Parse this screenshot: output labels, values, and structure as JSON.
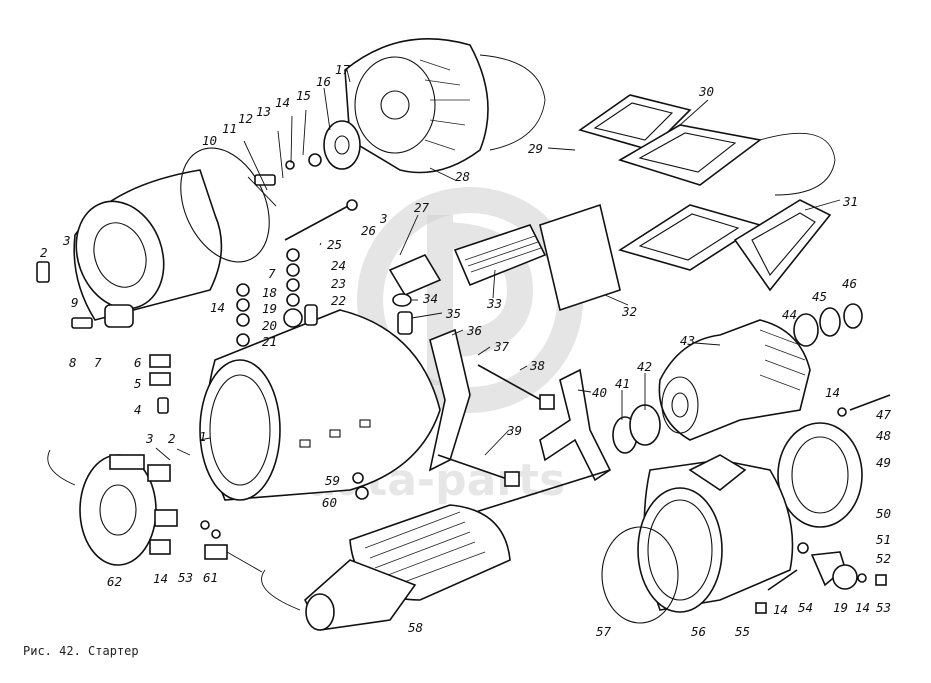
{
  "caption": "Рис. 42. Стартер",
  "watermark": "data-parts",
  "callouts": [
    "1",
    "2",
    "3",
    "4",
    "5",
    "6",
    "7",
    "8",
    "9",
    "10",
    "11",
    "12",
    "13",
    "14",
    "15",
    "16",
    "17",
    "18",
    "19",
    "20",
    "21",
    "22",
    "23",
    "24",
    "25",
    "26",
    "27",
    "28",
    "29",
    "30",
    "31",
    "32",
    "33",
    "34",
    "35",
    "36",
    "37",
    "38",
    "39",
    "40",
    "41",
    "42",
    "43",
    "44",
    "45",
    "46",
    "47",
    "48",
    "49",
    "50",
    "51",
    "52",
    "53",
    "54",
    "55",
    "56",
    "57",
    "58",
    "59",
    "60",
    "61",
    "62"
  ]
}
